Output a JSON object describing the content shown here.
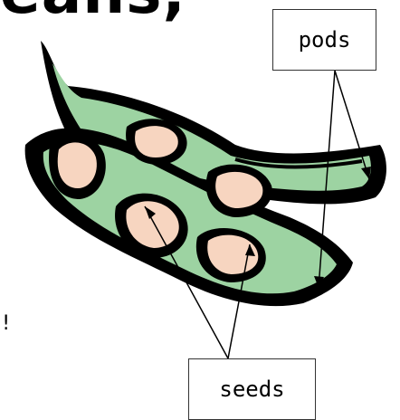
{
  "heading": {
    "text": "eans,"
  },
  "labels": {
    "pods": "pods",
    "seeds": "seeds"
  },
  "side_text": "!",
  "colors": {
    "pod_fill": "#9dd3a2",
    "pod_outline": "#000000",
    "seed_fill": "#f7d5c0",
    "background": "#ffffff"
  }
}
